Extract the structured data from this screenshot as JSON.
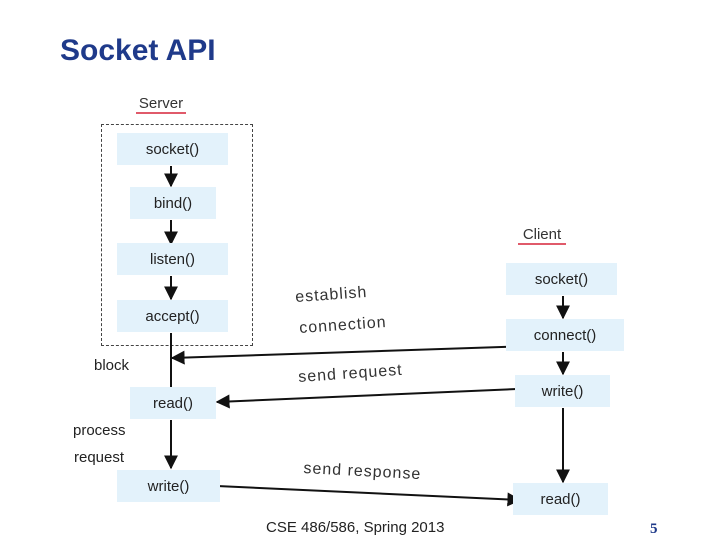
{
  "title": "Socket API",
  "server": {
    "header": "Server",
    "calls": {
      "socket": "socket()",
      "bind": "bind()",
      "listen": "listen()",
      "accept": "accept()",
      "read": "read()",
      "write": "write()"
    },
    "block_label": "block",
    "process_label": "process",
    "request_label": "request"
  },
  "client": {
    "header": "Client",
    "calls": {
      "socket": "socket()",
      "connect": "connect()",
      "write": "write()",
      "read": "read()"
    }
  },
  "messages": {
    "establish": "establish",
    "connection": "connection",
    "send_request": "send request",
    "send_response": "send response"
  },
  "footer": "CSE 486/586, Spring 2013",
  "page_number": "5",
  "colors": {
    "title": "#1f3a8a",
    "box_fill": "#e3f2fb",
    "header_underline": "#e05a6a"
  }
}
